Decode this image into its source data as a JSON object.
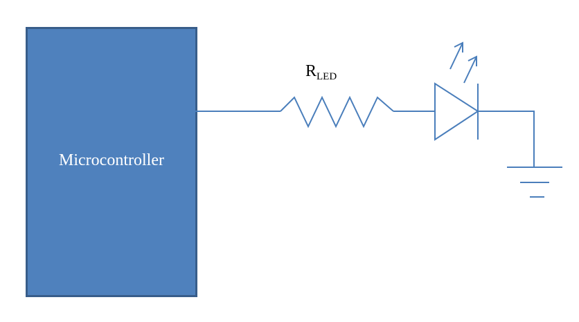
{
  "microcontroller": {
    "label": "Microcontroller"
  },
  "resistor": {
    "symbol": "R",
    "subscript": "LED"
  },
  "colors": {
    "box_fill": "#4f81bd",
    "box_border": "#385d8a",
    "wire": "#4a7ebb",
    "label_text": "#ffffff",
    "annotation_text": "#000000"
  },
  "icons": {
    "led": "led-icon",
    "resistor": "resistor-icon",
    "ground": "ground-icon",
    "light_emission": "light-arrows-icon"
  }
}
